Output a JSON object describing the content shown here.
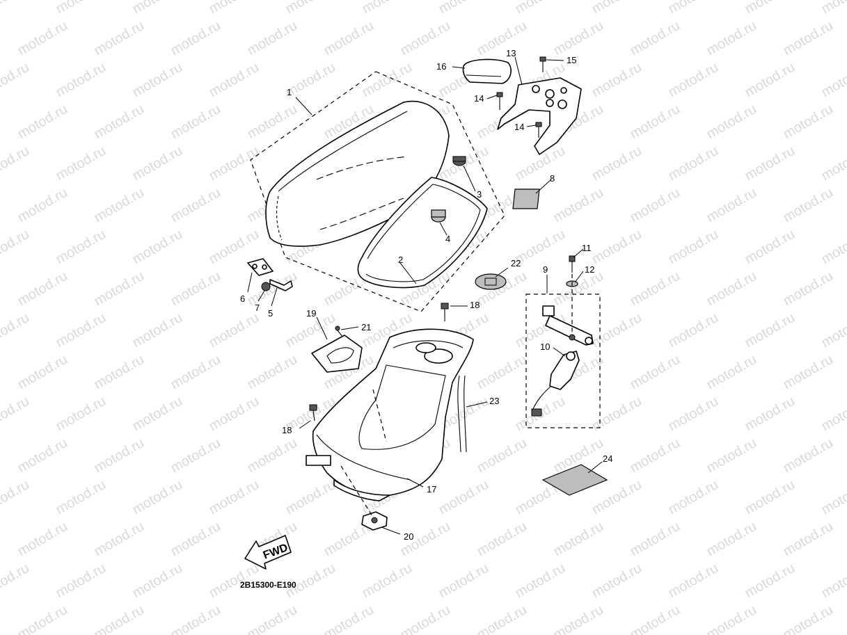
{
  "watermark": "motod.ru",
  "diagram_code": "2B15300-E190",
  "direction_label": "FWD",
  "callouts": [
    "1",
    "2",
    "3",
    "4",
    "5",
    "6",
    "7",
    "8",
    "9",
    "10",
    "11",
    "12",
    "13",
    "14",
    "14",
    "15",
    "16",
    "17",
    "18",
    "18",
    "19",
    "20",
    "21",
    "22",
    "23",
    "24"
  ]
}
